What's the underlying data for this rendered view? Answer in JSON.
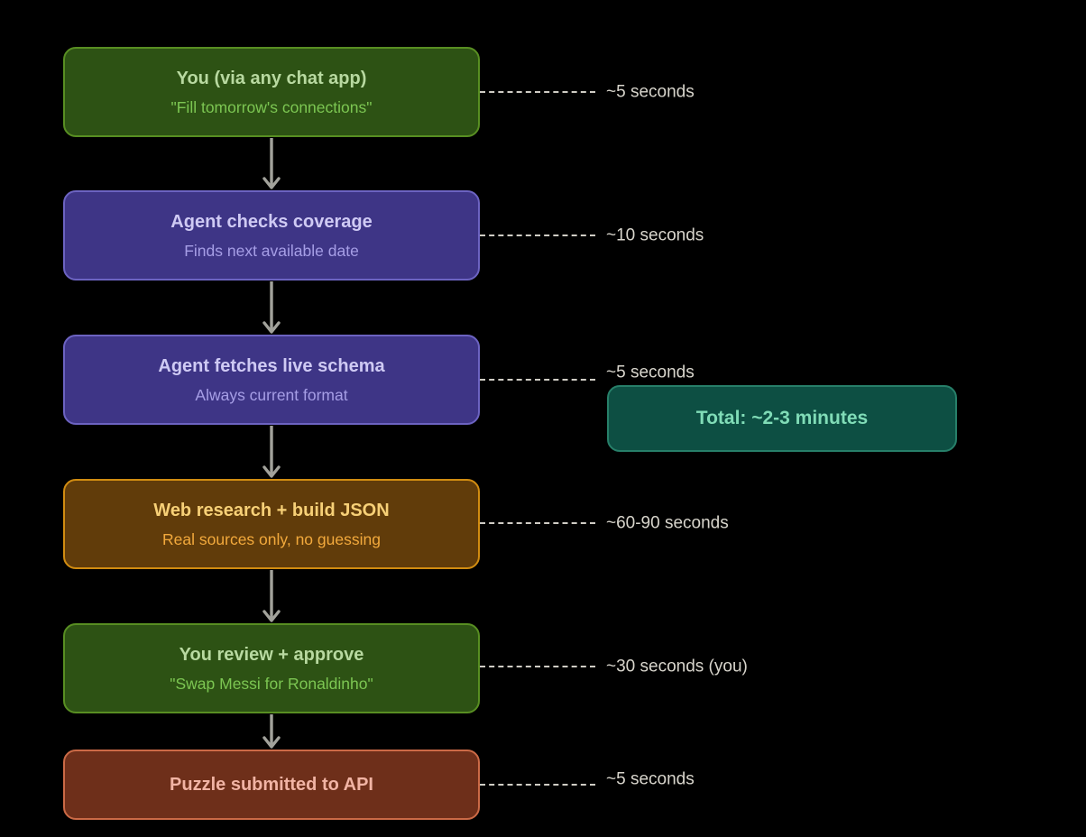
{
  "canvas": {
    "background": "#000000"
  },
  "steps": [
    {
      "title": "You (via any chat app)",
      "subtitle": "\"Fill tomorrow's connections\"",
      "duration": "~5 seconds",
      "theme": "green"
    },
    {
      "title": "Agent checks coverage",
      "subtitle": "Finds next available date",
      "duration": "~10 seconds",
      "theme": "purple"
    },
    {
      "title": "Agent fetches live schema",
      "subtitle": "Always current format",
      "duration": "~5 seconds",
      "theme": "purple"
    },
    {
      "title": "Web research + build JSON",
      "subtitle": "Real sources only, no guessing",
      "duration": "~60-90 seconds",
      "theme": "orange"
    },
    {
      "title": "You review + approve",
      "subtitle": "\"Swap Messi for Ronaldinho\"",
      "duration": "~30 seconds (you)",
      "theme": "green"
    },
    {
      "title": "Puzzle submitted to API",
      "subtitle": "",
      "duration": "~5 seconds",
      "theme": "red"
    }
  ],
  "total_badge": {
    "label": "Total: ~2-3 minutes",
    "theme": "teal"
  },
  "themes": {
    "green": {
      "fill": "#2d5214",
      "border": "#588e22",
      "title": "#b8d9a0",
      "subtitle": "#7cc652"
    },
    "purple": {
      "fill": "#3e3586",
      "border": "#6c63c1",
      "title": "#cfcaf4",
      "subtitle": "#a69ee6"
    },
    "orange": {
      "fill": "#613c0a",
      "border": "#d18c11",
      "title": "#f7d077",
      "subtitle": "#f2a93c"
    },
    "red": {
      "fill": "#6e2f1a",
      "border": "#cb6a46",
      "title": "#f1b4a4",
      "subtitle": "#f1b4a4"
    },
    "teal": {
      "fill": "#0d4f43",
      "border": "#277f69",
      "title": "#80dcb7",
      "subtitle": "#80dcb7"
    }
  },
  "connector_colors": {
    "arrow": "#a2a29b",
    "dash": "#cfccc4",
    "duration_text": "#d8d5cc"
  }
}
